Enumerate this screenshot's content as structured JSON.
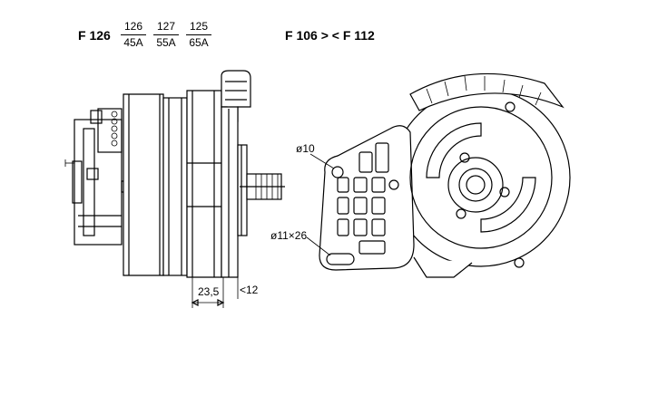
{
  "header": {
    "model_left": "F 126",
    "variants": [
      {
        "code": "126",
        "current": "45A"
      },
      {
        "code": "127",
        "current": "55A"
      },
      {
        "code": "125",
        "current": "65A"
      }
    ],
    "model_range": "F 106 > < F 112"
  },
  "dimensions": {
    "width_label": "23,5",
    "offset_label": "<12",
    "hole_label": "ø10",
    "slot_label": "ø11×26"
  }
}
